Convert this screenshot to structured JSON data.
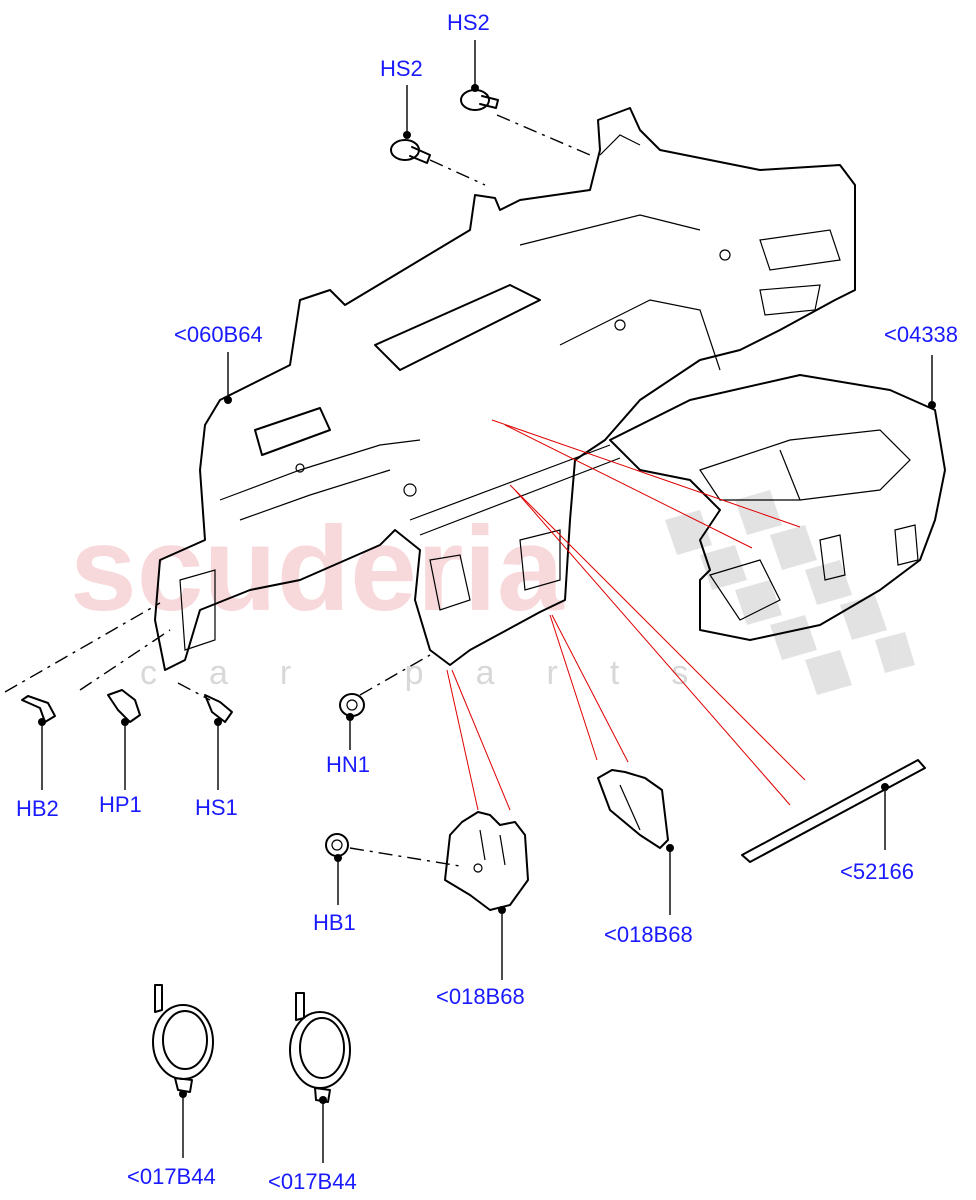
{
  "watermark": {
    "brand": "scuderia",
    "tagline": "car parts"
  },
  "labels": {
    "hs2_top": "HS2",
    "hs2_left": "HS2",
    "b060b64": "<060B64",
    "b04338": "<04338",
    "hb2": "HB2",
    "hp1": "HP1",
    "hs1": "HS1",
    "hn1": "HN1",
    "hb1": "HB1",
    "b018b68_center": "<018B68",
    "b018b68_right": "<018B68",
    "b52166": "<52166",
    "b017b44_left": "<017B44",
    "b017b44_right": "<017B44"
  }
}
